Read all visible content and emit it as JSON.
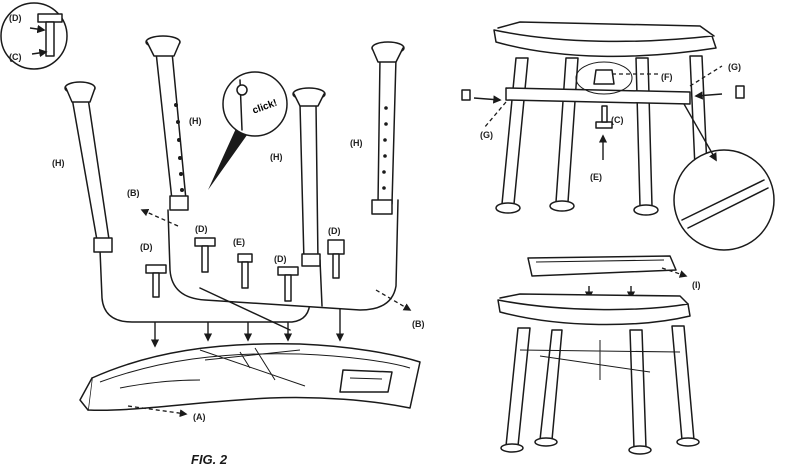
{
  "figure": {
    "caption": "FIG. 2"
  },
  "labels": {
    "A": "(A)",
    "B": "(B)",
    "C": "(C)",
    "D": "(D)",
    "E": "(E)",
    "F": "(F)",
    "G": "(G)",
    "H": "(H)",
    "I": "(I)"
  },
  "callout": {
    "text": "click!"
  }
}
